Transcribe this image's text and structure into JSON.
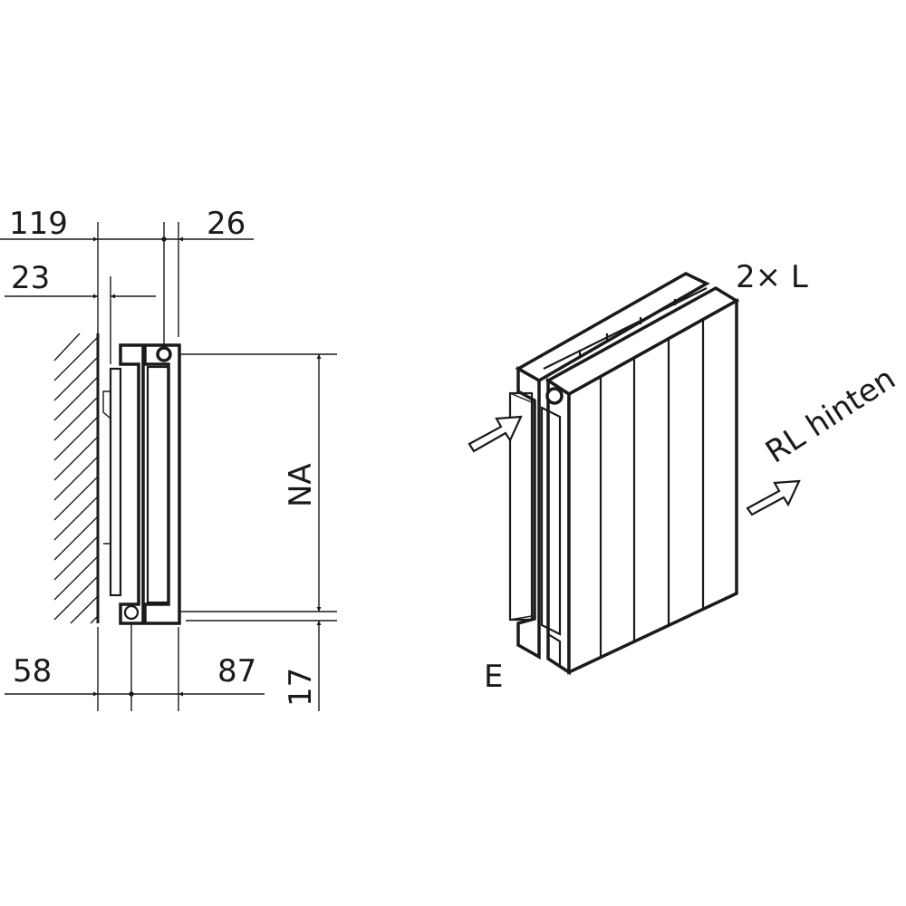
{
  "side_view": {
    "dimensions": {
      "total_depth": "119",
      "wall_gap": "23",
      "front_offset": "26",
      "bottom_left": "58",
      "bottom_right": "87",
      "height_connection": "NA",
      "bottom_offset": "17"
    }
  },
  "iso_view": {
    "label_count": "2× L",
    "label_return": "RL hinten",
    "label_entry": "E"
  }
}
